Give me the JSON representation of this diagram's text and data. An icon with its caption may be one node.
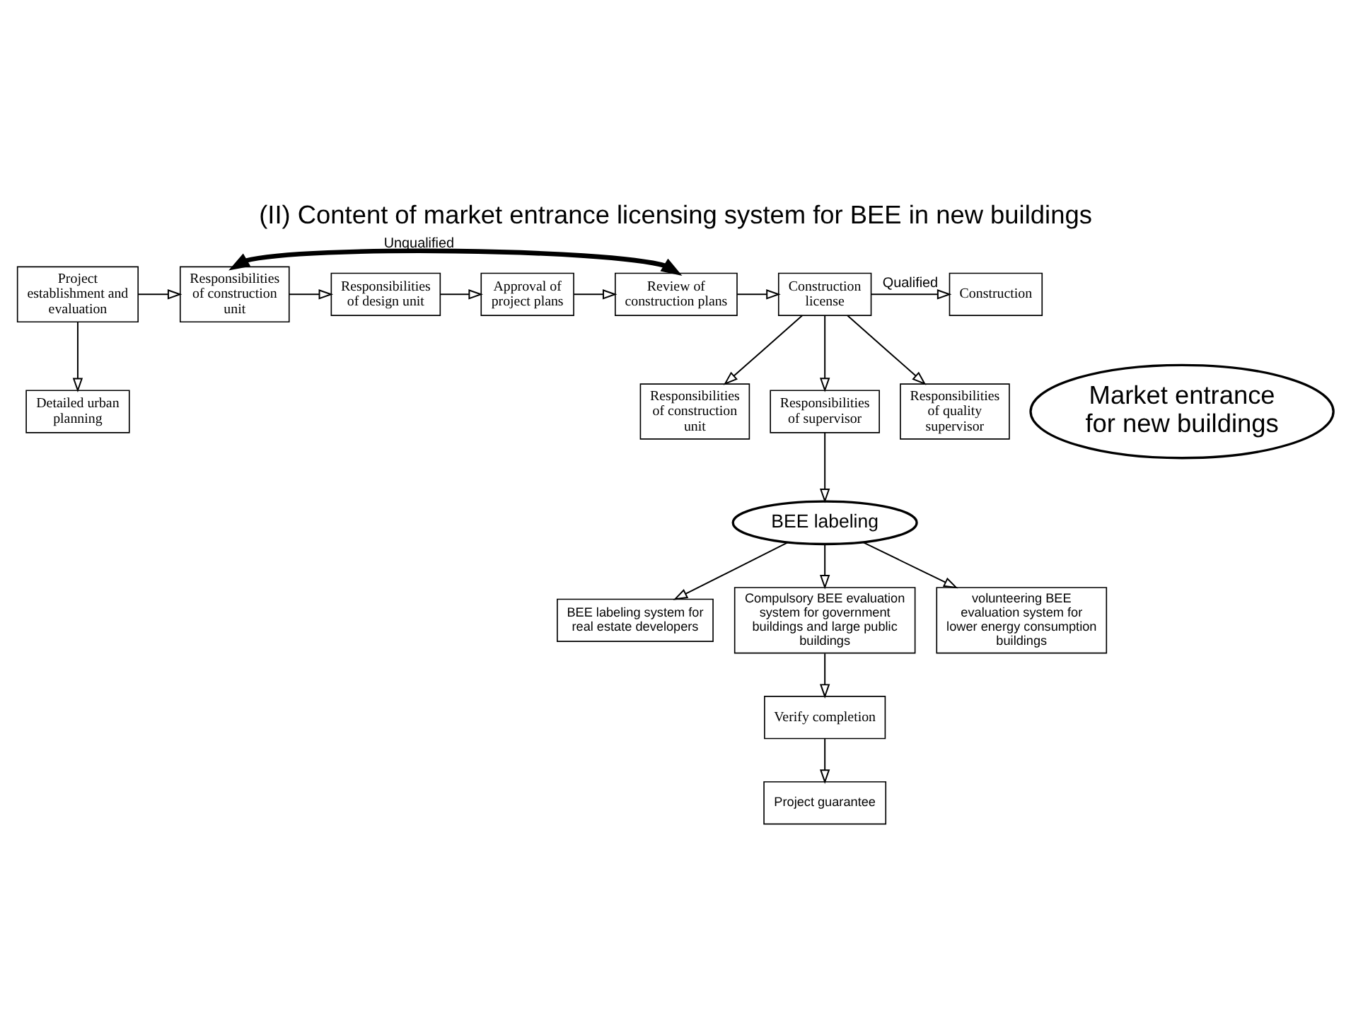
{
  "diagram": {
    "title": "(II) Content of market entrance licensing system for BEE in new buildings",
    "nodes": [
      {
        "text": [
          "Project establishment and evaluation"
        ]
      },
      {
        "text": [
          "Detailed urban planning"
        ]
      },
      {
        "text": [
          "Responsibilities of construction unit"
        ]
      },
      {
        "text": [
          "Responsibilities of design unit"
        ]
      },
      {
        "text": [
          "Approval of project plans"
        ]
      },
      {
        "text": [
          "Review of construction plans"
        ]
      },
      {
        "text": [
          "Construction license"
        ]
      },
      {
        "text": [
          "Construction"
        ]
      },
      {
        "text": [
          "Responsibilities of construction unit"
        ]
      },
      {
        "text": [
          "Responsibilities of supervisor"
        ]
      },
      {
        "text": [
          "Responsibilities of quality supervisor"
        ]
      },
      {
        "text": [
          "Market entrance for new buildings"
        ]
      },
      {
        "text": [
          "BEE labeling"
        ]
      },
      {
        "text": [
          "BEE labeling system for real estate developers"
        ]
      },
      {
        "text": [
          "Compulsory BEE evaluation system for government buildings and large public buildings"
        ]
      },
      {
        "text": [
          "volunteering BEE evaluation system for lower energy consumption buildings"
        ]
      },
      {
        "text": [
          "Verify completion"
        ]
      },
      {
        "text": [
          "Project guarantee"
        ]
      }
    ],
    "edges": [
      {
        "from": 0,
        "to": 1,
        "arrow": "to"
      },
      {
        "from": 0,
        "to": 2,
        "arrow": "to"
      },
      {
        "from": 2,
        "to": 3,
        "arrow": "to"
      },
      {
        "from": 3,
        "to": 4,
        "arrow": "to"
      },
      {
        "from": 4,
        "to": 5,
        "arrow": "to"
      },
      {
        "from": 5,
        "to": 2,
        "arrow": "both",
        "label": "Unqualified",
        "style": "thick"
      },
      {
        "from": 5,
        "to": 6,
        "arrow": "to"
      },
      {
        "from": 6,
        "to": 7,
        "arrow": "to",
        "label": "Qualified"
      },
      {
        "from": 6,
        "to": 8,
        "arrow": "to"
      },
      {
        "from": 6,
        "to": 9,
        "arrow": "to"
      },
      {
        "from": 6,
        "to": 10,
        "arrow": "to"
      },
      {
        "from": 9,
        "to": 12,
        "arrow": "to"
      },
      {
        "from": 12,
        "to": 13,
        "arrow": "to"
      },
      {
        "from": 12,
        "to": 14,
        "arrow": "to"
      },
      {
        "from": 12,
        "to": 15,
        "arrow": "to"
      },
      {
        "from": 14,
        "to": 16,
        "arrow": "to"
      },
      {
        "from": 16,
        "to": 17,
        "arrow": "to"
      }
    ]
  }
}
